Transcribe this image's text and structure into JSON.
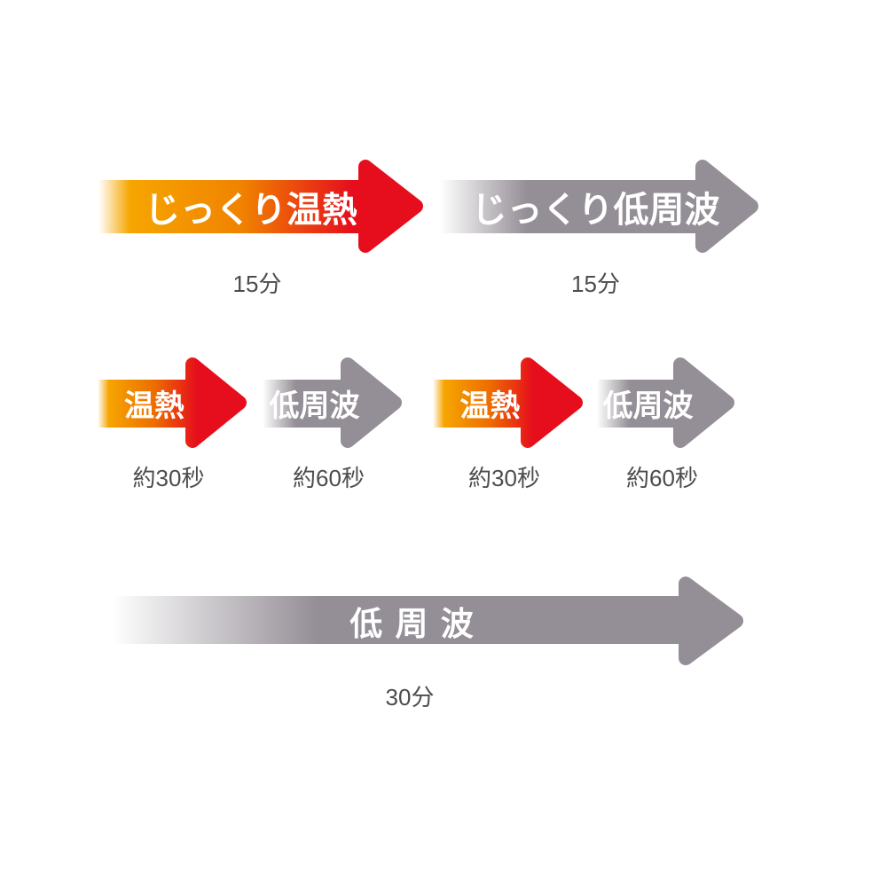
{
  "background": "#ffffff",
  "colors": {
    "heat_orange": "#F6A500",
    "heat_red": "#E60E1C",
    "low_frequency_gray": "#948E96",
    "arrow_text": "#FFFFFF",
    "time_text": "#4D4D4D"
  },
  "rows": [
    {
      "arrows": [
        {
          "type": "heat",
          "label": "じっくり温熱",
          "time": "15分"
        },
        {
          "type": "low-frequency",
          "label": "じっくり低周波",
          "time": "15分"
        }
      ]
    },
    {
      "arrows": [
        {
          "type": "heat",
          "label": "温熱",
          "time": "約30秒"
        },
        {
          "type": "low-frequency",
          "label": "低周波",
          "time": "約60秒"
        },
        {
          "type": "heat",
          "label": "温熱",
          "time": "約30秒"
        },
        {
          "type": "low-frequency",
          "label": "低周波",
          "time": "約60秒"
        }
      ]
    },
    {
      "arrows": [
        {
          "type": "low-frequency",
          "label": "低 周 波",
          "time": "30分"
        }
      ]
    }
  ]
}
